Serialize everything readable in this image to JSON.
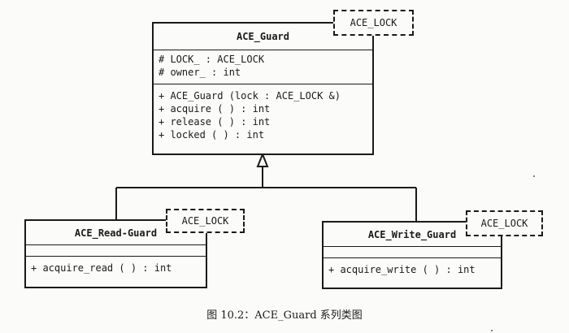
{
  "diagram": {
    "guard": {
      "name": "ACE_Guard",
      "template_param": "ACE_LOCK",
      "attributes": [
        "# LOCK_ : ACE_LOCK",
        "# owner_ : int"
      ],
      "operations": [
        "+ ACE_Guard (lock : ACE_LOCK &)",
        "+ acquire ( ) : int",
        "+ release ( ) : int",
        "+ locked ( ) : int"
      ]
    },
    "read_guard": {
      "name": "ACE_Read-Guard",
      "template_param": "ACE_LOCK",
      "operations": [
        "+ acquire_read ( ) : int"
      ]
    },
    "write_guard": {
      "name": "ACE_Write_Guard",
      "template_param": "ACE_LOCK",
      "operations": [
        "+ acquire_write ( ) : int"
      ]
    },
    "caption": "图 10.2：ACE_Guard 系列类图"
  }
}
